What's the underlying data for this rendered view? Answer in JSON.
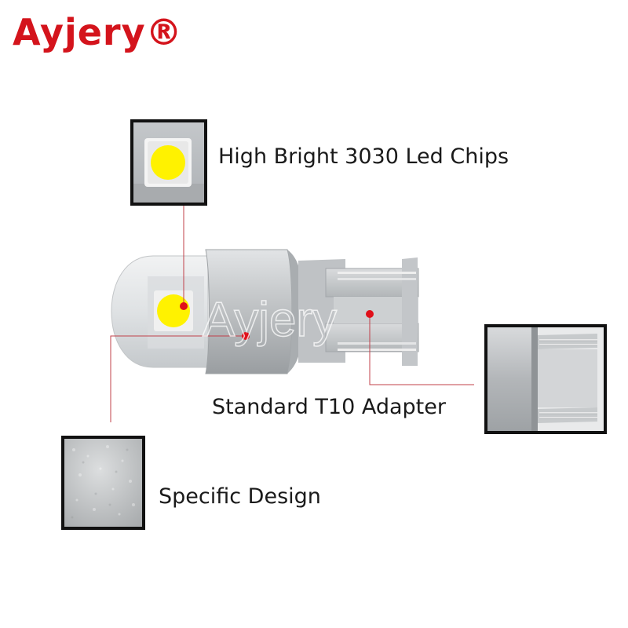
{
  "brand": {
    "name": "AYJERY",
    "display": "Ayjery®"
  },
  "watermark": "Ayjery",
  "callouts": [
    {
      "id": "chips",
      "label": "High Bright 3030 Led Chips"
    },
    {
      "id": "adapter",
      "label": "Standard T10 Adapter"
    },
    {
      "id": "design",
      "label": "Specific Design"
    }
  ],
  "colors": {
    "brand_red": "#d4141c",
    "marker_red": "#e0101a",
    "leader_line": "#c0404a",
    "chip_yellow": "#fff200",
    "body_silver": "#b9bcbe",
    "lens_clear": "#e6e8ea",
    "frame": "#111111"
  }
}
